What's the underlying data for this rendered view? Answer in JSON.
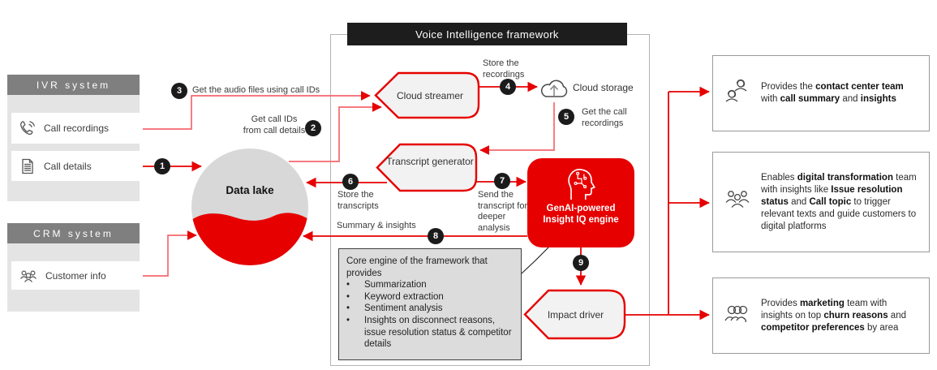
{
  "framework": {
    "title": "Voice Intelligence framework"
  },
  "ivr": {
    "title": "IVR system",
    "items": [
      {
        "icon": "phone-waves-icon",
        "label": "Call recordings"
      },
      {
        "icon": "document-icon",
        "label": "Call details"
      }
    ]
  },
  "crm": {
    "title": "CRM system",
    "items": [
      {
        "icon": "people-icon",
        "label": "Customer info"
      }
    ]
  },
  "data_lake": {
    "label": "Data lake"
  },
  "nodes": {
    "cloud_streamer": {
      "label": "Cloud streamer"
    },
    "cloud_storage": {
      "label": "Cloud storage"
    },
    "transcript_generator": {
      "label": "Transcript generator"
    },
    "genai_engine": {
      "lines": [
        "GenAI-powered",
        "Insight IQ engine"
      ]
    },
    "impact_driver": {
      "label": "Impact driver"
    }
  },
  "steps": [
    {
      "n": "1",
      "label": ""
    },
    {
      "n": "2",
      "label": "Get call IDs from call details"
    },
    {
      "n": "3",
      "label": "Get the audio files using call IDs"
    },
    {
      "n": "4",
      "label": "Store the recordings"
    },
    {
      "n": "5",
      "label": "Get the call recordings"
    },
    {
      "n": "6",
      "label": "Store the transcripts"
    },
    {
      "n": "7",
      "label": "Send the transcript for deeper analysis"
    },
    {
      "n": "8",
      "label": "Summary & insights"
    },
    {
      "n": "9",
      "label": ""
    }
  ],
  "note": {
    "intro": "Core engine of the framework that provides",
    "bullets": [
      "Summarization",
      "Keyword extraction",
      "Sentiment analysis",
      "Insights on disconnect reasons, issue resolution status & competitor details"
    ]
  },
  "outcomes": [
    {
      "icon": "contact-center-icon",
      "segments": [
        {
          "t": "Provides the "
        },
        {
          "t": "contact center team",
          "b": true
        },
        {
          "t": " with "
        },
        {
          "t": "call summary",
          "b": true
        },
        {
          "t": " and "
        },
        {
          "t": "insights",
          "b": true
        }
      ]
    },
    {
      "icon": "people-group-icon",
      "segments": [
        {
          "t": "Enables "
        },
        {
          "t": "digital transformation",
          "b": true
        },
        {
          "t": " team with insights like "
        },
        {
          "t": "Issue resolution status",
          "b": true
        },
        {
          "t": " and "
        },
        {
          "t": "Call topic",
          "b": true
        },
        {
          "t": " to trigger relevant texts and guide customers to digital platforms"
        }
      ]
    },
    {
      "icon": "crowd-icon",
      "segments": [
        {
          "t": "Provides "
        },
        {
          "t": "marketing",
          "b": true
        },
        {
          "t": " team with insights on top "
        },
        {
          "t": "churn reasons",
          "b": true
        },
        {
          "t": " and "
        },
        {
          "t": "competitor preferences",
          "b": true
        },
        {
          "t": " by area"
        }
      ]
    }
  ],
  "colors": {
    "accent_red": "#e60000",
    "light_red": "#f4686e",
    "panel_gray": "#7f7f7f",
    "lake_gray": "#d8d8d8",
    "note_gray": "#dcdcdc"
  }
}
